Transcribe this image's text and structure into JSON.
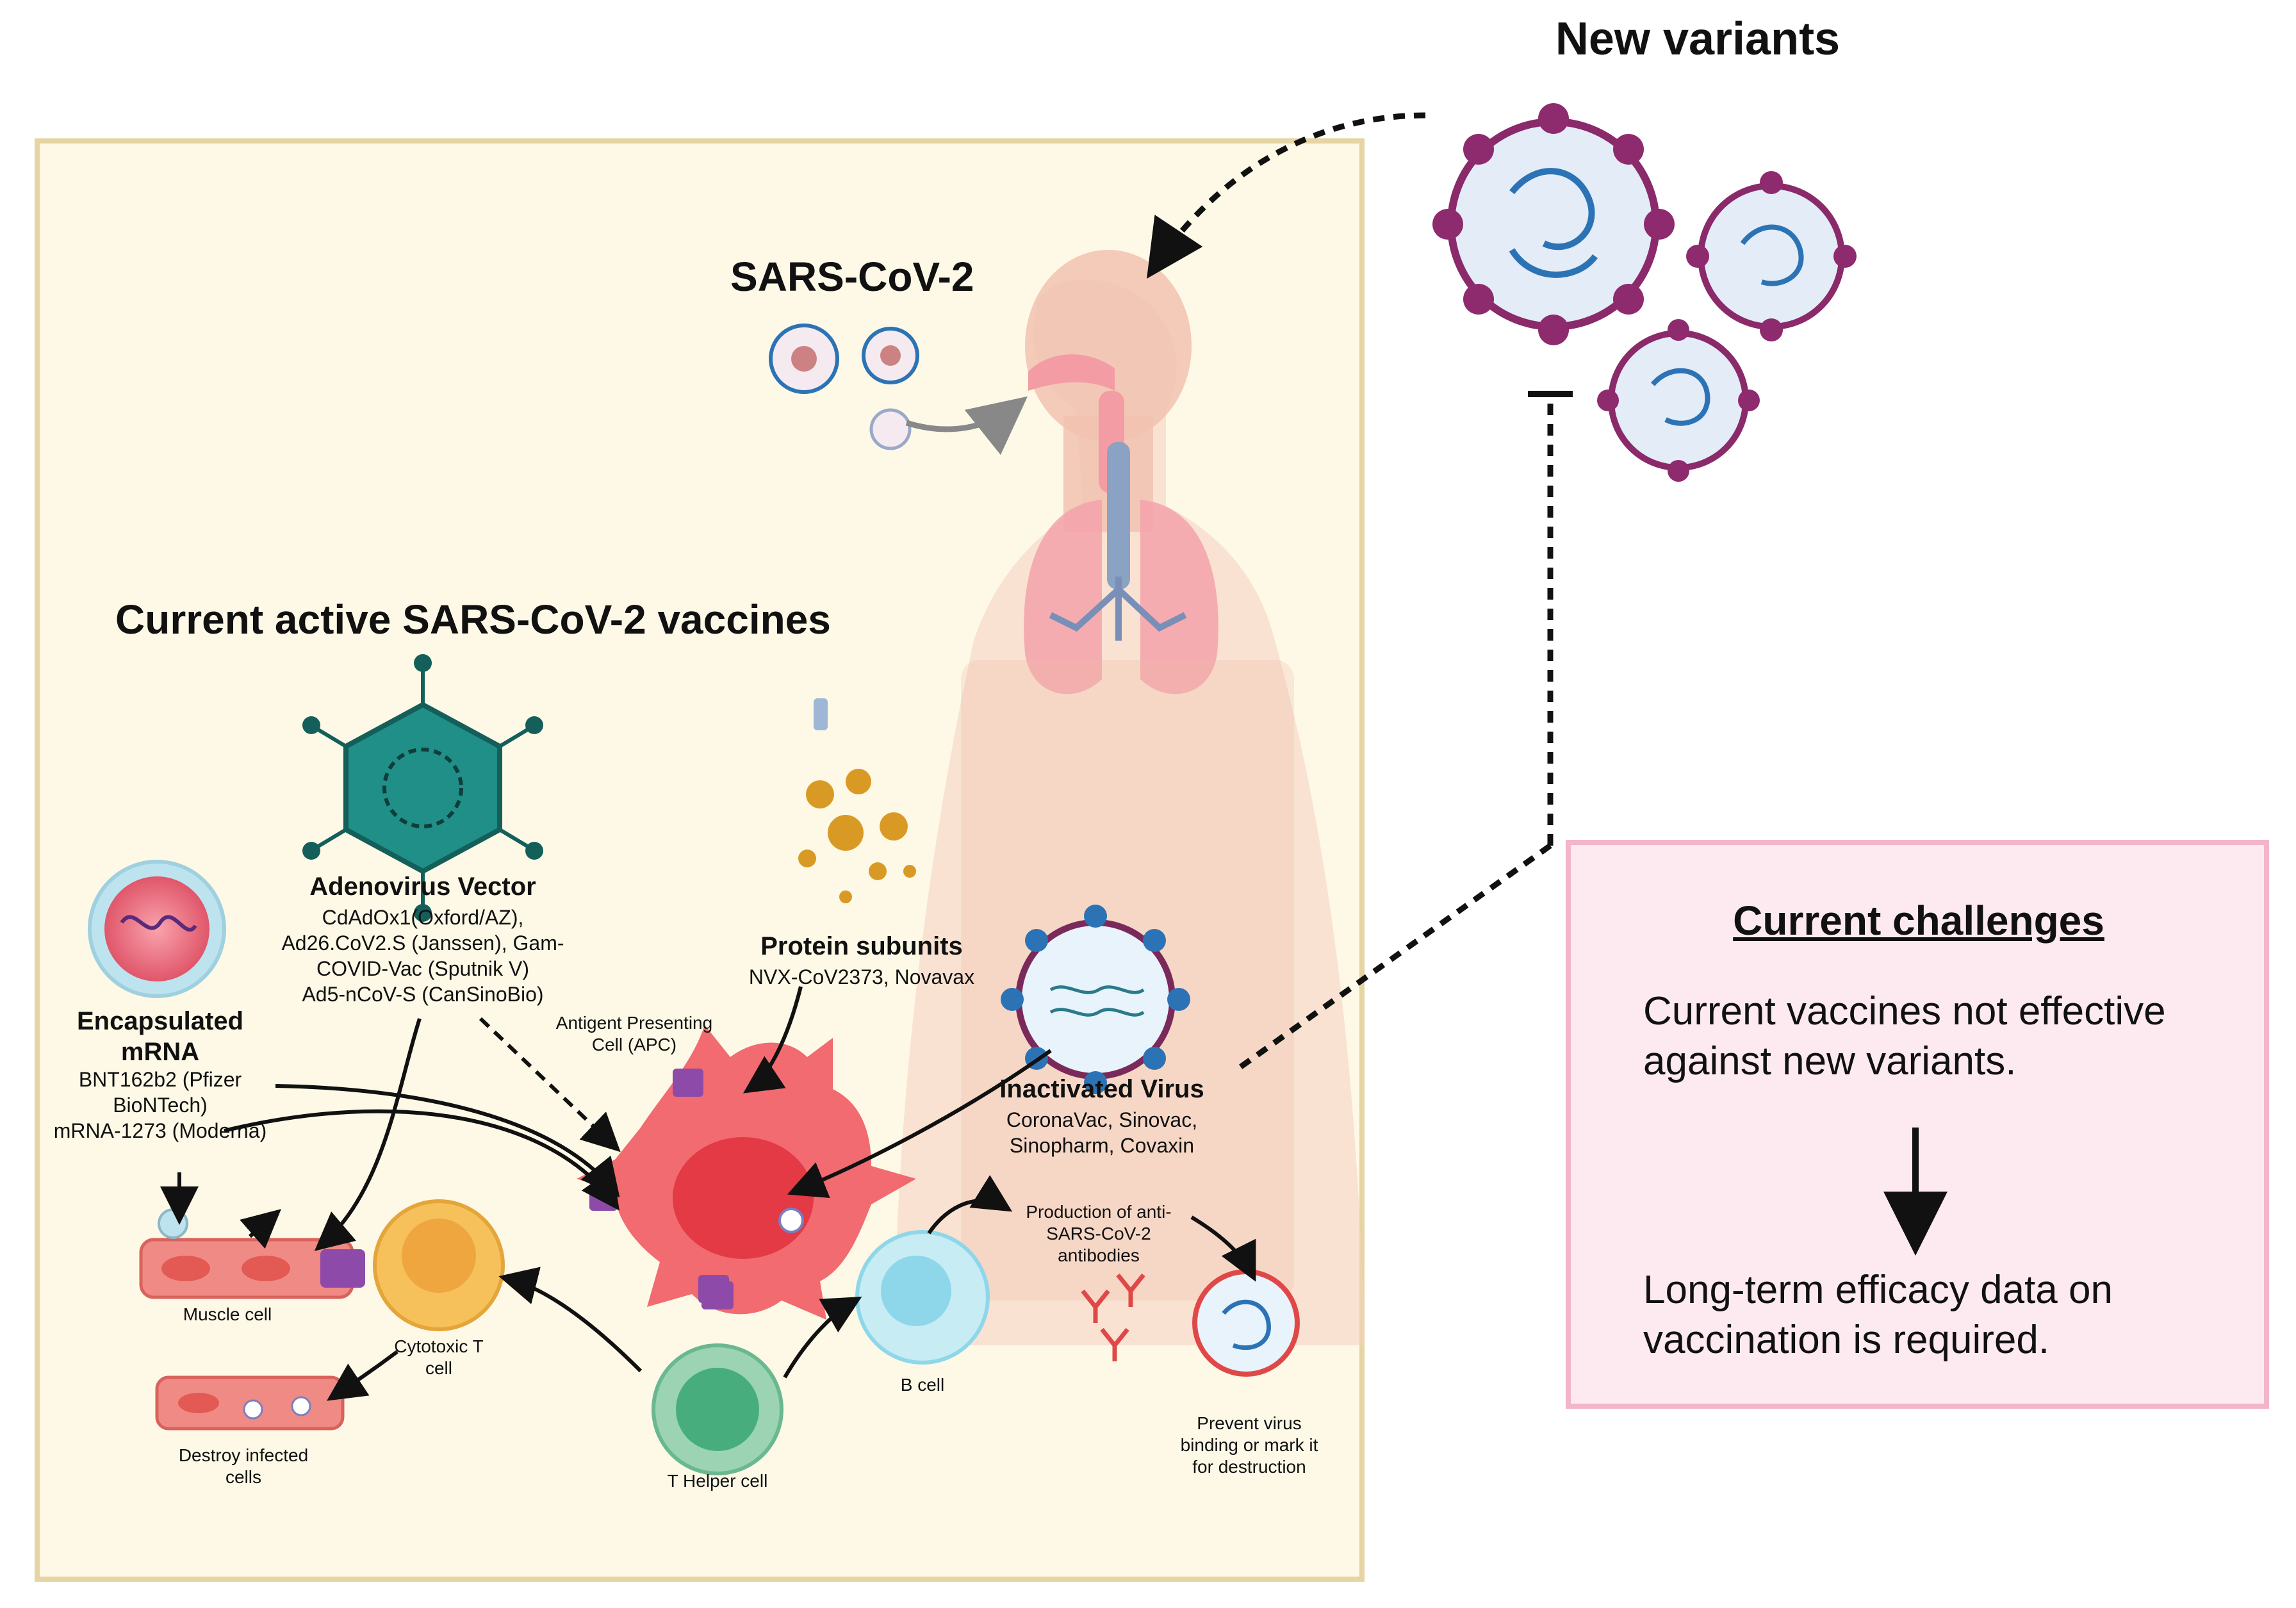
{
  "header": {
    "new_variants": "New variants"
  },
  "panel": {
    "sars_title": "SARS-CoV-2",
    "vaccines_title": "Current active SARS-CoV-2 vaccines"
  },
  "vaccines": {
    "adenovirus": {
      "title": "Adenovirus Vector",
      "lines": [
        "CdAdOx1(Oxford/AZ),",
        "Ad26.CoV2.S (Janssen), Gam-",
        "COVID-Vac (Sputnik V)",
        "Ad5-nCoV-S (CanSinoBio)"
      ]
    },
    "mrna": {
      "title_lines": [
        "Encapsulated",
        "mRNA"
      ],
      "lines": [
        "BNT162b2 (Pfizer",
        "BioNTech)",
        "mRNA-1273 (Moderna)"
      ]
    },
    "protein": {
      "title": "Protein subunits",
      "line": "NVX-CoV2373, Novavax"
    },
    "inactivated": {
      "title": "Inactivated Virus",
      "lines": [
        "CoronaVac, Sinovac,",
        "Sinopharm, Covaxin"
      ]
    }
  },
  "cells": {
    "apc": [
      "Antigent Presenting",
      "Cell (APC)"
    ],
    "muscle": "Muscle cell",
    "cytotoxic": [
      "Cytotoxic T",
      "cell"
    ],
    "destroy": [
      "Destroy infected",
      "cells"
    ],
    "thelper": "T Helper cell",
    "bcell": "B cell",
    "antibodies": [
      "Production of anti-",
      "SARS-CoV-2",
      "antibodies"
    ],
    "prevent": [
      "Prevent virus",
      "binding or mark it",
      "for destruction"
    ]
  },
  "challenges": {
    "title": "Current challenges",
    "point1": "Current vaccines not effective against new variants.",
    "point2": "Long-term efficacy data on vaccination is required."
  },
  "colors": {
    "panel_bg": "#fdf9e6",
    "panel_border": "#e6d4a3",
    "challenge_bg": "#fdeaf1",
    "challenge_border": "#f2b5c9",
    "virus_spike": "#8e2a6e",
    "virus_core": "#2c73b5",
    "apc": "#ef5b63",
    "muscle": "#f08a84",
    "cytotoxic": "#f6c15a",
    "thelper": "#48ad7d",
    "bcell": "#8ed7ea",
    "adeno": "#1f8f88"
  }
}
